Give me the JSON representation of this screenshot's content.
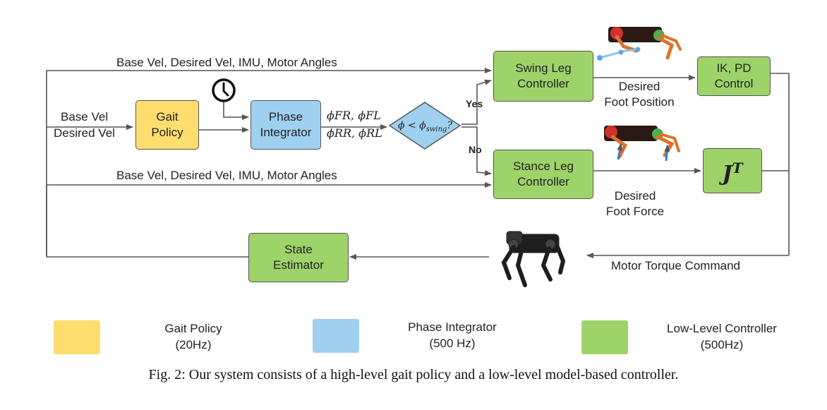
{
  "colors": {
    "low_level": "#9ed36a",
    "gait_policy": "#fedd6f",
    "phase_integrator": "#9fd0f0",
    "arrow": "#555555"
  },
  "blocks": {
    "gait_policy": "Gait Policy",
    "phase_integrator": "Phase Integrator",
    "swing_leg": "Swing Leg Controller",
    "stance_leg": "Stance Leg Controller",
    "ik": "IK, PD Control",
    "jt": "J",
    "jt_sup": "T",
    "state_estimator": "State Estimator",
    "decision": "ϕ < ϕ",
    "decision_sub": "swing",
    "decision_q": "?"
  },
  "labels": {
    "top_inputs": "Base Vel, Desired Vel, IMU, Motor Angles",
    "mid_inputs": "Base Vel, Desired Vel, IMU, Motor Angles",
    "base_vel": "Base Vel",
    "desired_vel": "Desired Vel",
    "phase_top": "ϕFR, ϕFL",
    "phase_bottom": "ϕRR, ϕRL",
    "yes": "Yes",
    "no": "No",
    "desired_foot_position_1": "Desired",
    "desired_foot_position_2": "Foot Position",
    "desired_foot_force_1": "Desired",
    "desired_foot_force_2": "Foot Force",
    "motor_torque": "Motor Torque Command"
  },
  "icons": [
    "clock-icon",
    "robot-swing-icon",
    "robot-stance-icon",
    "quadruped-robot-icon"
  ],
  "legend": [
    {
      "title": "Gait Policy",
      "rate": "(20Hz)"
    },
    {
      "title": "Phase Integrator",
      "rate": "(500 Hz)"
    },
    {
      "title": "Low-Level Controller",
      "rate": "(500Hz)"
    }
  ],
  "caption": "Fig. 2: Our system consists of a high-level gait policy and a low-level model-based controller."
}
